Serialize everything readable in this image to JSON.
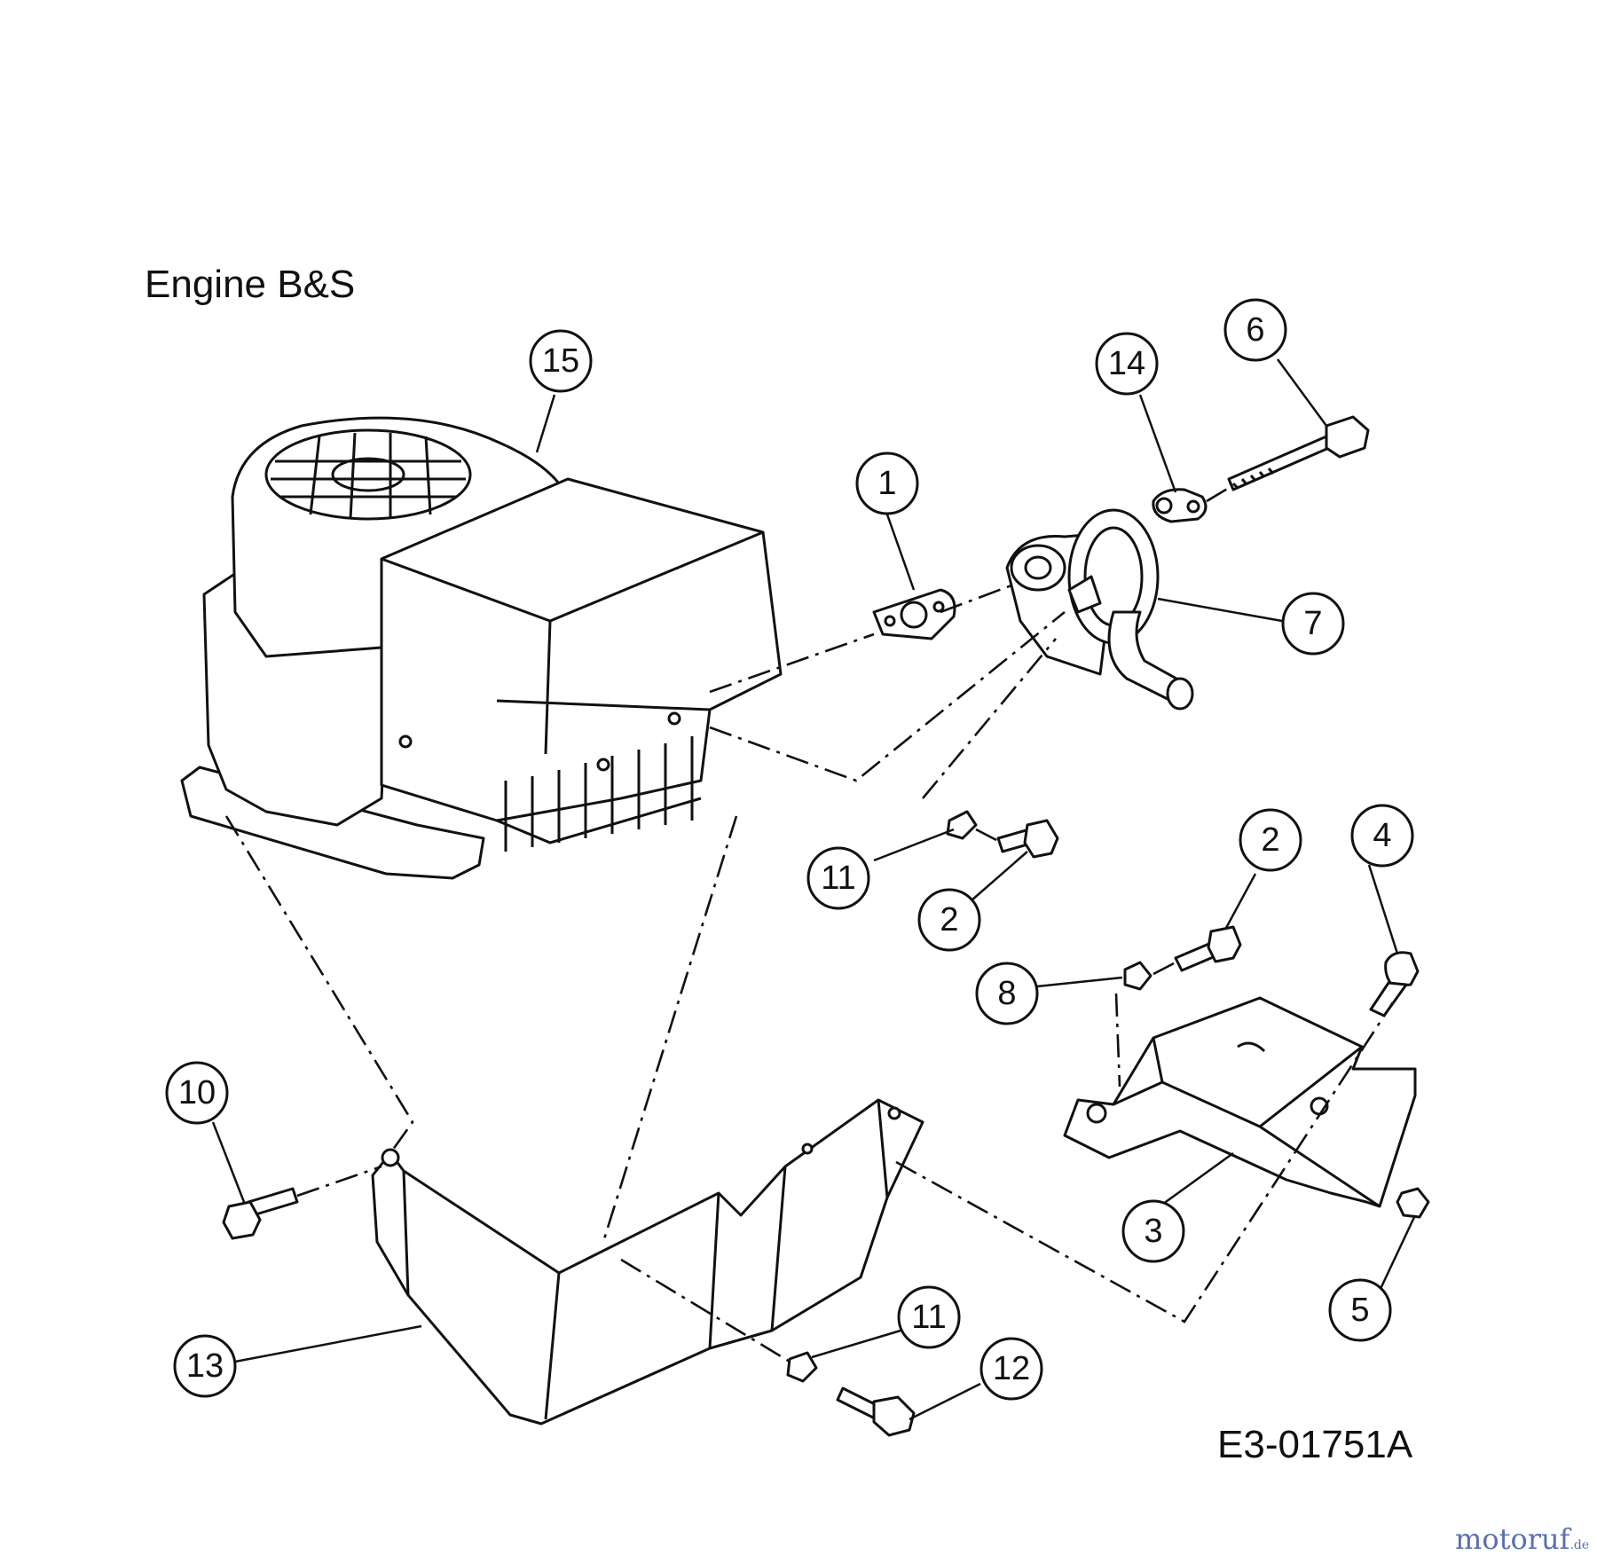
{
  "title": "Engine B&S",
  "drawing_code": "E3-01751A",
  "watermark": {
    "brand": "motoruf",
    "suffix": ".de",
    "color": "#5a6fb0"
  },
  "callouts": [
    "15",
    "1",
    "14",
    "6",
    "7",
    "11",
    "2",
    "2",
    "4",
    "8",
    "3",
    "5",
    "10",
    "13",
    "11",
    "12"
  ]
}
